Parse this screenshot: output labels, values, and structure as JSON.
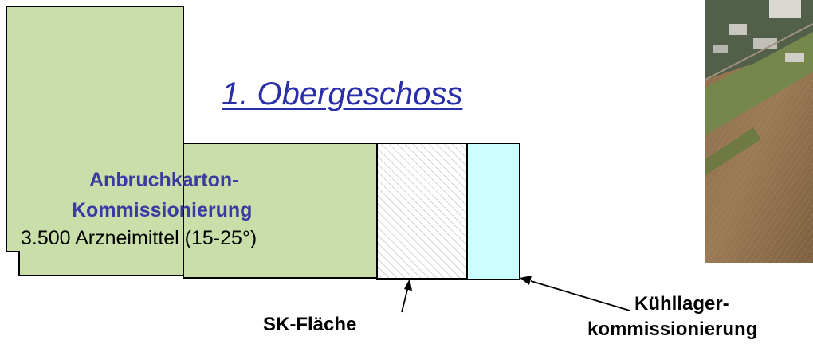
{
  "title": "1. Obergeschoss",
  "zones": {
    "picking": {
      "name_line1": "Anbruchkarton-",
      "name_line2": "Kommissionierung",
      "detail": "3.500 Arzneimittel (15-25°)",
      "fill": "#c9dea8"
    },
    "sk_area": {
      "label": "SK-Fläche",
      "hatch_color": "#bdbdbd"
    },
    "cold_storage": {
      "label_line1": "Kühllager-",
      "label_line2": "kommissionierung",
      "fill": "#ccfdff"
    }
  },
  "colors": {
    "title": "#2a2ea8",
    "zone_name": "#3a3aa0",
    "outline": "#000000"
  }
}
